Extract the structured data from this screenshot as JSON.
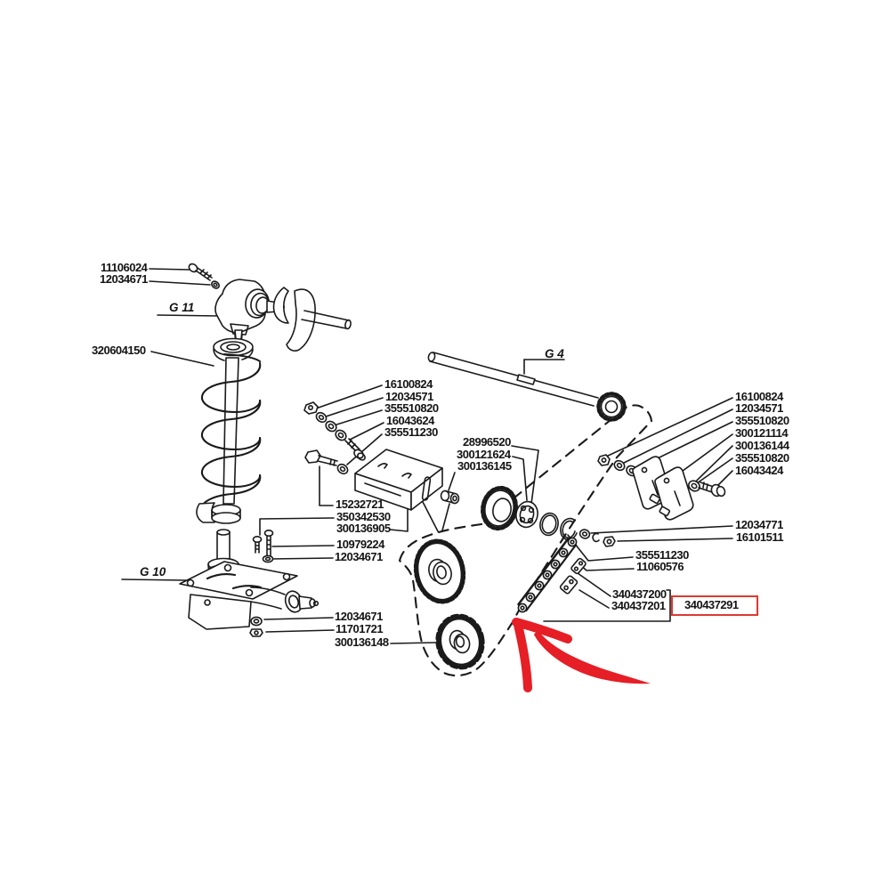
{
  "document": {
    "type": "exploded-parts-diagram",
    "background": "#ffffff",
    "line_color": "#1a1a1a",
    "accent_red": "#e61e25",
    "highlight_box_color": "#dd3a30"
  },
  "figure_labels": {
    "g11": "G 11",
    "g10": "G 10",
    "g4": "G 4"
  },
  "labels": {
    "p11106024": "11106024",
    "p12034671a": "12034671",
    "p320604150": "320604150",
    "m16100824": "16100824",
    "m12034571": "12034571",
    "m355510820": "355510820",
    "m16043624": "16043624",
    "m355511230": "355511230",
    "t28996520": "28996520",
    "t300121624": "300121624",
    "t300136145": "300136145",
    "l15232721": "15232721",
    "l350342530": "350342530",
    "l300136905": "300136905",
    "l10979224": "10979224",
    "l12034671": "12034671",
    "b12034671": "12034671",
    "b11701721": "11701721",
    "b300136148": "300136148",
    "r16100824": "16100824",
    "r12034571": "12034571",
    "r355510820a": "355510820",
    "r300121114": "300121114",
    "r300136144": "300136144",
    "r355510820b": "355510820",
    "r16043424": "16043424",
    "r12034771": "12034771",
    "r16101511": "16101511",
    "r355511230": "355511230",
    "r11060576": "11060576",
    "c340437200": "340437200",
    "c340437201": "340437201",
    "c340437291": "340437291"
  },
  "highlight": {
    "boxed_part": "340437291",
    "arrow": "red curved arrow pointing to chain case"
  }
}
